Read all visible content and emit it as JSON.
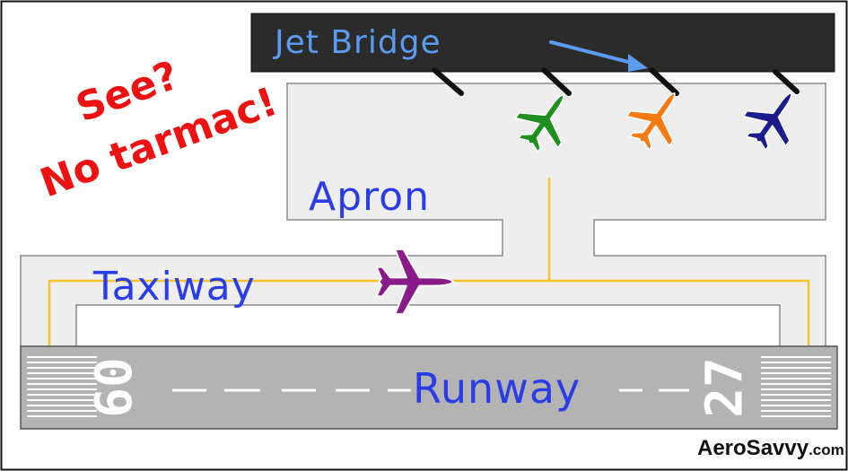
{
  "labels": {
    "jet_bridge": "Jet Bridge",
    "apron": "Apron",
    "taxiway": "Taxiway",
    "runway": "Runway",
    "see_line1": "See?",
    "see_line2": "No tarmac!",
    "runway_end_left": "09",
    "runway_end_right": "27",
    "brand_main": "AeroSavvy",
    "brand_suffix": ".com"
  },
  "aircraft": [
    {
      "color": "#1f8f1f"
    },
    {
      "color": "#f57a14"
    },
    {
      "color": "#1c1c8c"
    },
    {
      "color": "#8a1a8a"
    }
  ],
  "colors": {
    "jet_bridge": "#2b2b2b",
    "pavement": "#eeeeee",
    "runway": "#b3b3b3",
    "centerline": "#f5c42c",
    "arrow": "#5b9bf0"
  }
}
